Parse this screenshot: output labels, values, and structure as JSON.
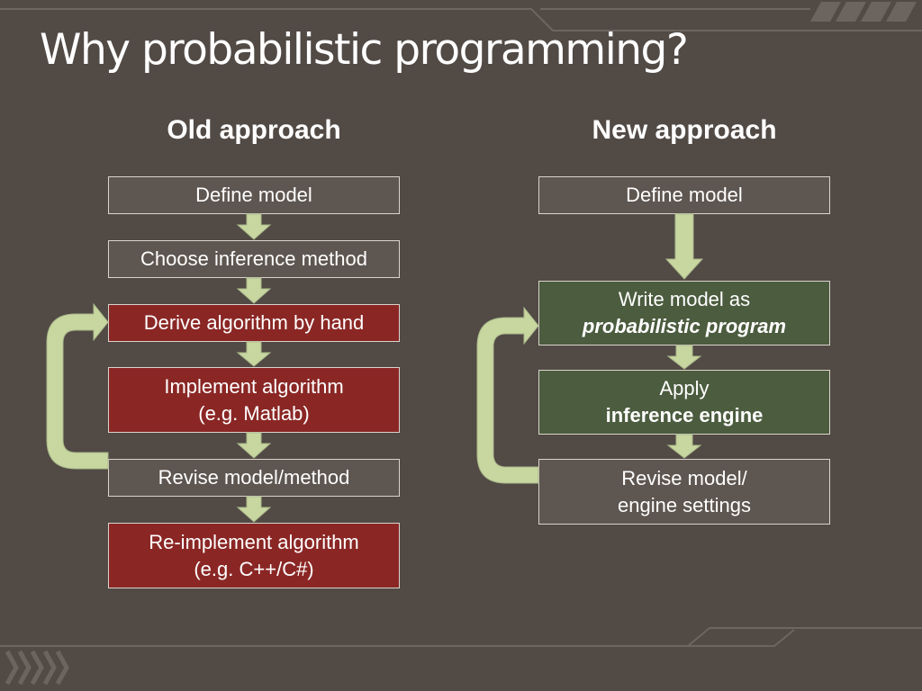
{
  "title": "Why probabilistic programming?",
  "old_approach": {
    "heading": "Old approach",
    "steps": [
      {
        "lines": [
          "Define model"
        ]
      },
      {
        "lines": [
          "Choose inference method"
        ]
      },
      {
        "lines": [
          "Derive algorithm by hand"
        ]
      },
      {
        "lines": [
          "Implement algorithm",
          "(e.g. Matlab)"
        ]
      },
      {
        "lines": [
          "Revise model/method"
        ]
      },
      {
        "lines": [
          "Re-implement algorithm",
          "(e.g. C++/C#)"
        ]
      }
    ]
  },
  "new_approach": {
    "heading": "New approach",
    "steps": [
      {
        "lines": [
          "Define model"
        ]
      },
      {
        "lines": [
          "Write model as",
          "probabilistic program"
        ]
      },
      {
        "lines": [
          "Apply",
          "inference engine"
        ]
      },
      {
        "lines": [
          "Revise model/",
          "engine settings"
        ]
      }
    ]
  },
  "colors": {
    "background": "#524a45",
    "box_gray": "#5e5650",
    "box_red": "#8a2725",
    "box_green": "#4c5c3f",
    "arrow_fill": "#c8d6a0",
    "arrow_stroke": "#a9b88a"
  }
}
